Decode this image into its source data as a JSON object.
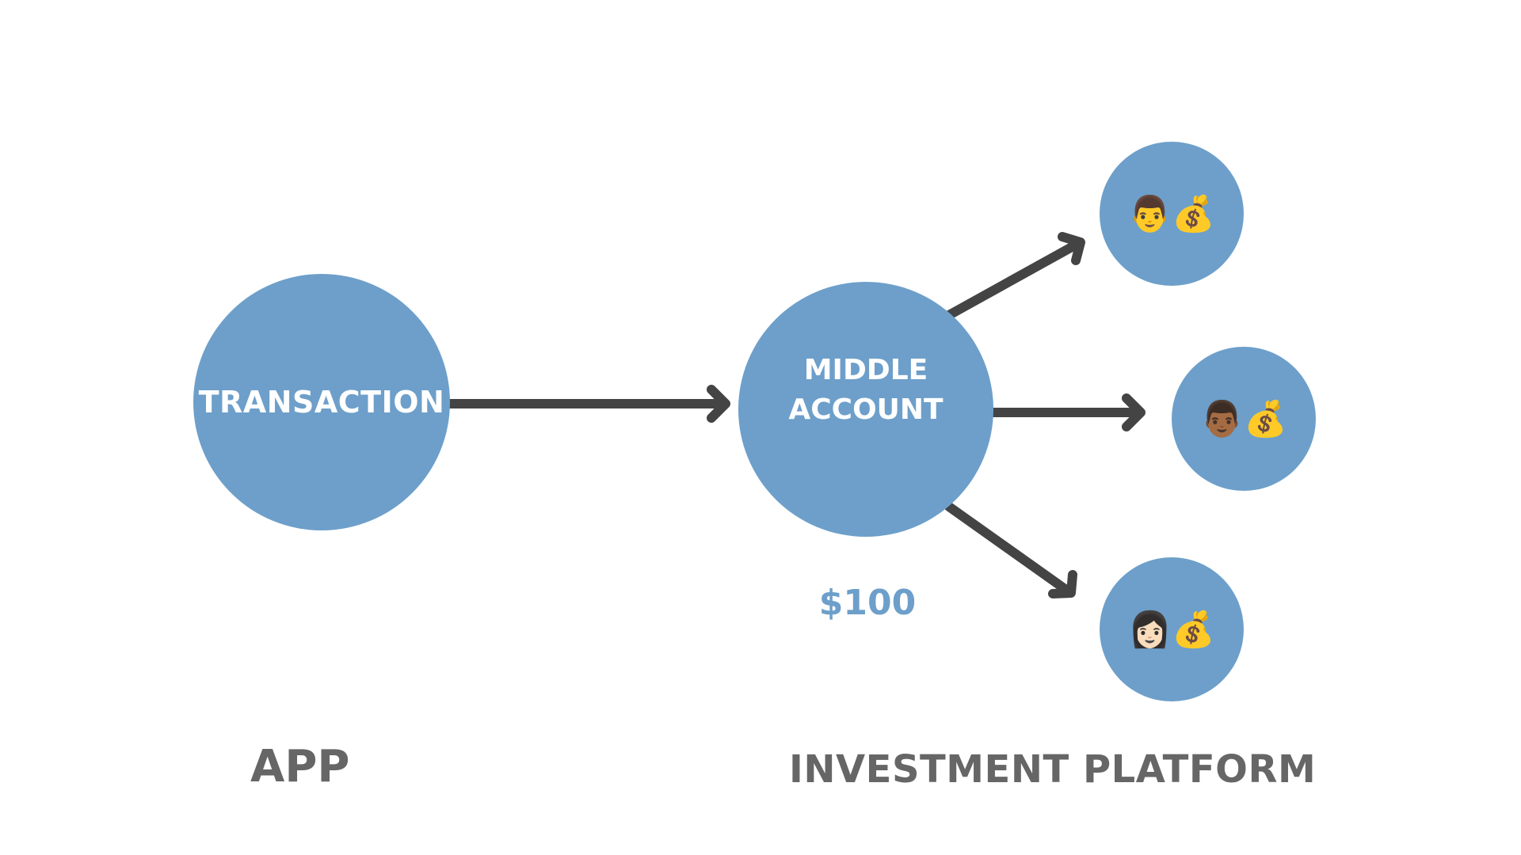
{
  "nodes": {
    "transaction": {
      "label": "TRANSACTION"
    },
    "middle_account": {
      "line1": "MIDDLE",
      "line2": "ACCOUNT",
      "amount": "$100"
    },
    "investors": [
      {
        "person": "👨",
        "bag": "💰"
      },
      {
        "person": "👨🏾",
        "bag": "💰"
      },
      {
        "person": "👩🏻",
        "bag": "💰"
      }
    ]
  },
  "sections": {
    "app": "APP",
    "platform": "INVESTMENT PLATFORM"
  },
  "colors": {
    "node_fill": "#6d9fca",
    "node_text": "#ffffff",
    "arrow": "#444444",
    "amount_text": "#6d9fca",
    "section_text": "#666666"
  }
}
